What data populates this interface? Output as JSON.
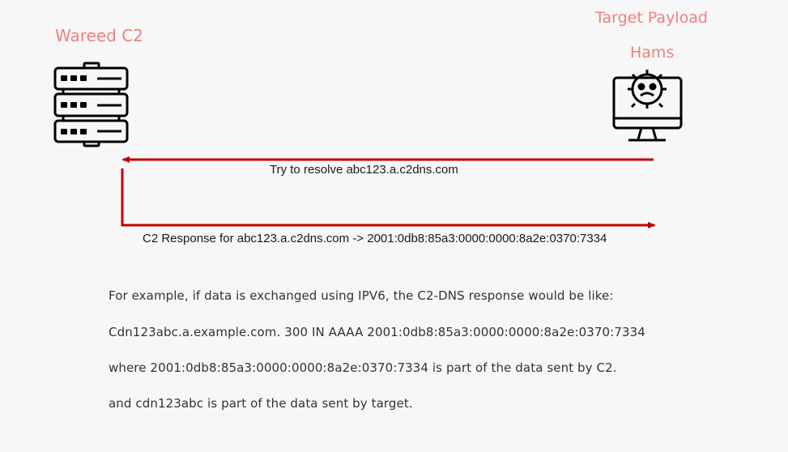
{
  "c2": {
    "title": "Wareed C2",
    "icon": "server-rack-icon"
  },
  "target": {
    "title": "Target Payload",
    "subtitle": "Hams",
    "icon": "infected-computer-icon"
  },
  "request": {
    "label": "Try to resolve abc123.a.c2dns.com"
  },
  "response": {
    "label": "C2 Response for abc123.a.c2dns.com -> 2001:0db8:85a3:0000:0000:8a2e:0370:7334"
  },
  "notes": [
    "For example, if data is exchanged using IPV6, the C2-DNS response would be like:",
    "Cdn123abc.a.example.com. 300 IN AAAA 2001:0db8:85a3:0000:0000:8a2e:0370:7334",
    "where 2001:0db8:85a3:0000:0000:8a2e:0370:7334 is part of the data sent by C2.",
    "and cdn123abc is part of the data sent by target."
  ],
  "colors": {
    "title": "#f08080",
    "arrow": "#c00000",
    "icon": "#000000"
  }
}
